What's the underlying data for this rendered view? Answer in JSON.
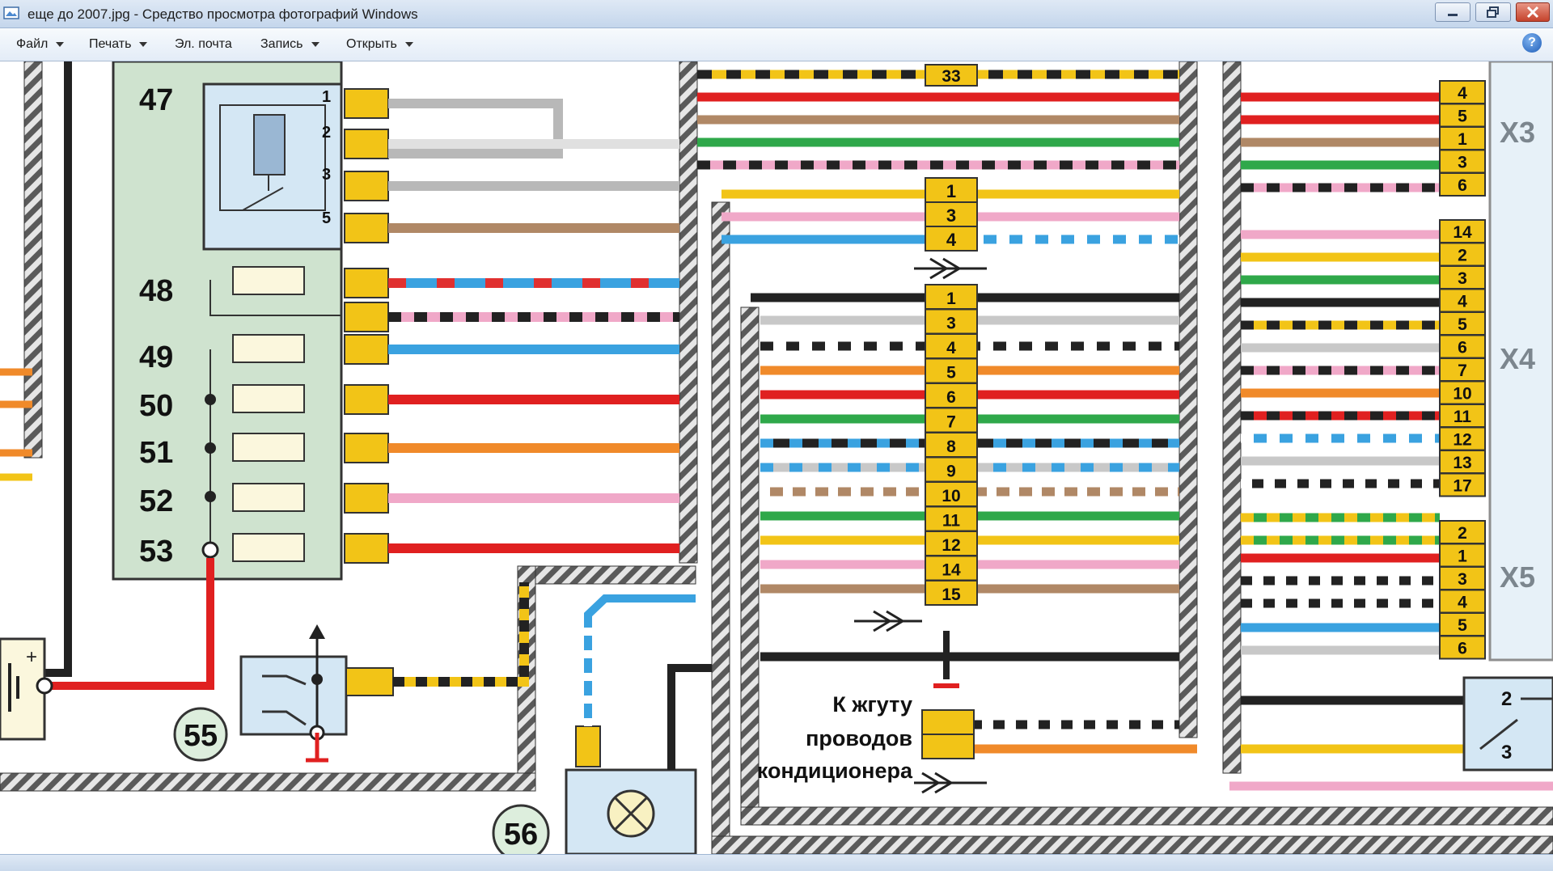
{
  "window": {
    "title": "еще до 2007.jpg - Средство просмотра фотографий Windows"
  },
  "menu": {
    "file": "Файл",
    "print": "Печать",
    "email": "Эл. почта",
    "burn": "Запись",
    "open": "Открыть"
  },
  "help": {
    "glyph": "?"
  },
  "colors": {
    "relay_block": "#cfe3cf",
    "connector": "#f2c417",
    "light_blue_block": "#d4e7f4",
    "harness_hatch": "#4a4a4a"
  },
  "diagram": {
    "block_numbers": [
      "47",
      "48",
      "49",
      "50",
      "51",
      "52",
      "53"
    ],
    "relay_pins": [
      "1",
      "2",
      "3",
      "5"
    ],
    "component_numbers": [
      "55",
      "56"
    ],
    "connectors": {
      "x3": {
        "name": "X3",
        "pins": [
          "4",
          "5",
          "1",
          "3",
          "6"
        ]
      },
      "x4": {
        "name": "X4",
        "pins": [
          "14",
          "2",
          "3",
          "4",
          "5",
          "6",
          "7",
          "10",
          "11",
          "12",
          "13",
          "17"
        ]
      },
      "x5": {
        "name": "X5",
        "pins": [
          "2",
          "1",
          "3",
          "4",
          "5",
          "6"
        ]
      }
    },
    "top_pin": "33",
    "mid_upper_pins": [
      "1",
      "3",
      "4"
    ],
    "mid_lower_pins": [
      "1",
      "3",
      "4",
      "5",
      "6",
      "7",
      "8",
      "9",
      "10",
      "11",
      "12",
      "14",
      "15"
    ],
    "switch_pins": [
      "2",
      "3"
    ],
    "ac_label": [
      "К жгуту",
      "проводов",
      "кондиционера"
    ]
  }
}
